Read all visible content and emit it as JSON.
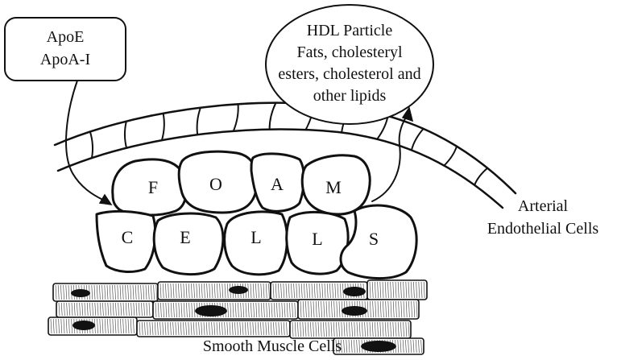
{
  "apo_box": {
    "line1": "ApoE",
    "line2": "ApoA-I"
  },
  "hdl_bubble": {
    "line1": "HDL Particle",
    "line2": "Fats, cholesteryl",
    "line3": "esters, cholesterol and",
    "line4": "other lipids"
  },
  "arterial_label": {
    "line1": "Arterial",
    "line2": "Endothelial Cells"
  },
  "smooth_muscle_label": "Smooth Muscle Cells",
  "foam_cells": {
    "top_row": [
      "F",
      "O",
      "A",
      "M"
    ],
    "bottom_row": [
      "C",
      "E",
      "L",
      "L",
      "S"
    ]
  }
}
